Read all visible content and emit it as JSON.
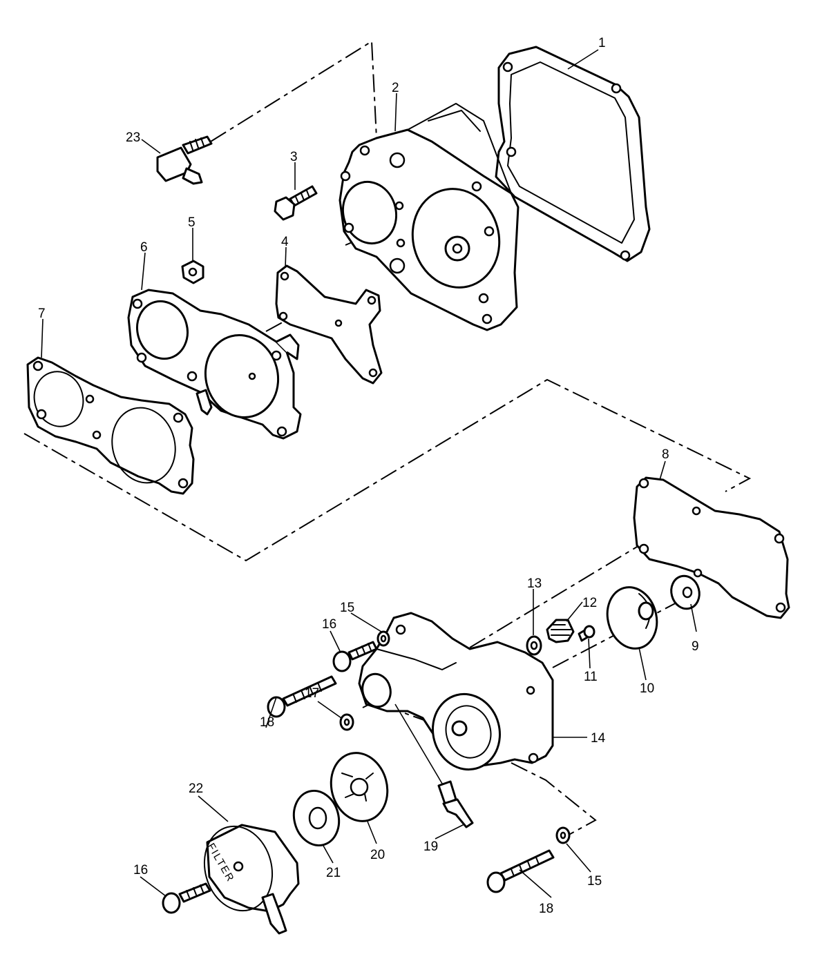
{
  "diagram": {
    "filter_marking": "FILTER",
    "callouts": [
      {
        "id": "c1",
        "text": "1"
      },
      {
        "id": "c2",
        "text": "2"
      },
      {
        "id": "c3",
        "text": "3"
      },
      {
        "id": "c4",
        "text": "4"
      },
      {
        "id": "c5",
        "text": "5"
      },
      {
        "id": "c6",
        "text": "6"
      },
      {
        "id": "c7",
        "text": "7"
      },
      {
        "id": "c8",
        "text": "8"
      },
      {
        "id": "c9",
        "text": "9"
      },
      {
        "id": "c10",
        "text": "10"
      },
      {
        "id": "c11",
        "text": "11"
      },
      {
        "id": "c12",
        "text": "12"
      },
      {
        "id": "c13",
        "text": "13"
      },
      {
        "id": "c14",
        "text": "14"
      },
      {
        "id": "c15a",
        "text": "15"
      },
      {
        "id": "c15b",
        "text": "15"
      },
      {
        "id": "c16a",
        "text": "16"
      },
      {
        "id": "c16b",
        "text": "16"
      },
      {
        "id": "c17",
        "text": "17"
      },
      {
        "id": "c18a",
        "text": "18"
      },
      {
        "id": "c18b",
        "text": "18"
      },
      {
        "id": "c19",
        "text": "19"
      },
      {
        "id": "c20",
        "text": "20"
      },
      {
        "id": "c21",
        "text": "21"
      },
      {
        "id": "c22",
        "text": "22"
      },
      {
        "id": "c23",
        "text": "23"
      }
    ]
  }
}
